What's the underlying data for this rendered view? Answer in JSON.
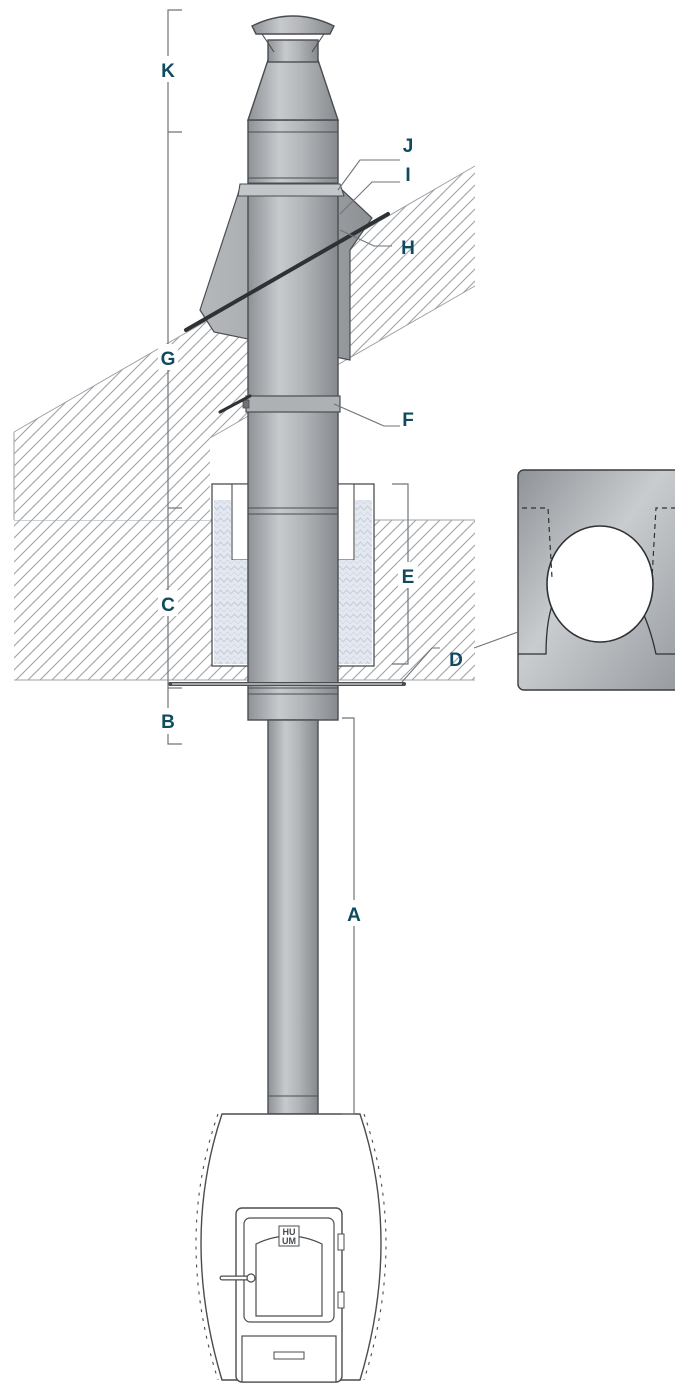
{
  "labels": {
    "A": "A",
    "B": "B",
    "C": "C",
    "D": "D",
    "E": "E",
    "F": "F",
    "G": "G",
    "H": "H",
    "I": "I",
    "J": "J",
    "K": "K"
  },
  "logo": {
    "line1": "HU",
    "line2": "UM"
  },
  "colors": {
    "label": "#0f4a5e",
    "metal": "#b9bcbf",
    "metal_dark": "#8e9296",
    "hatch": "#9ea3a8",
    "insulation": "#e4e9f1",
    "leader": "#6f7478"
  }
}
